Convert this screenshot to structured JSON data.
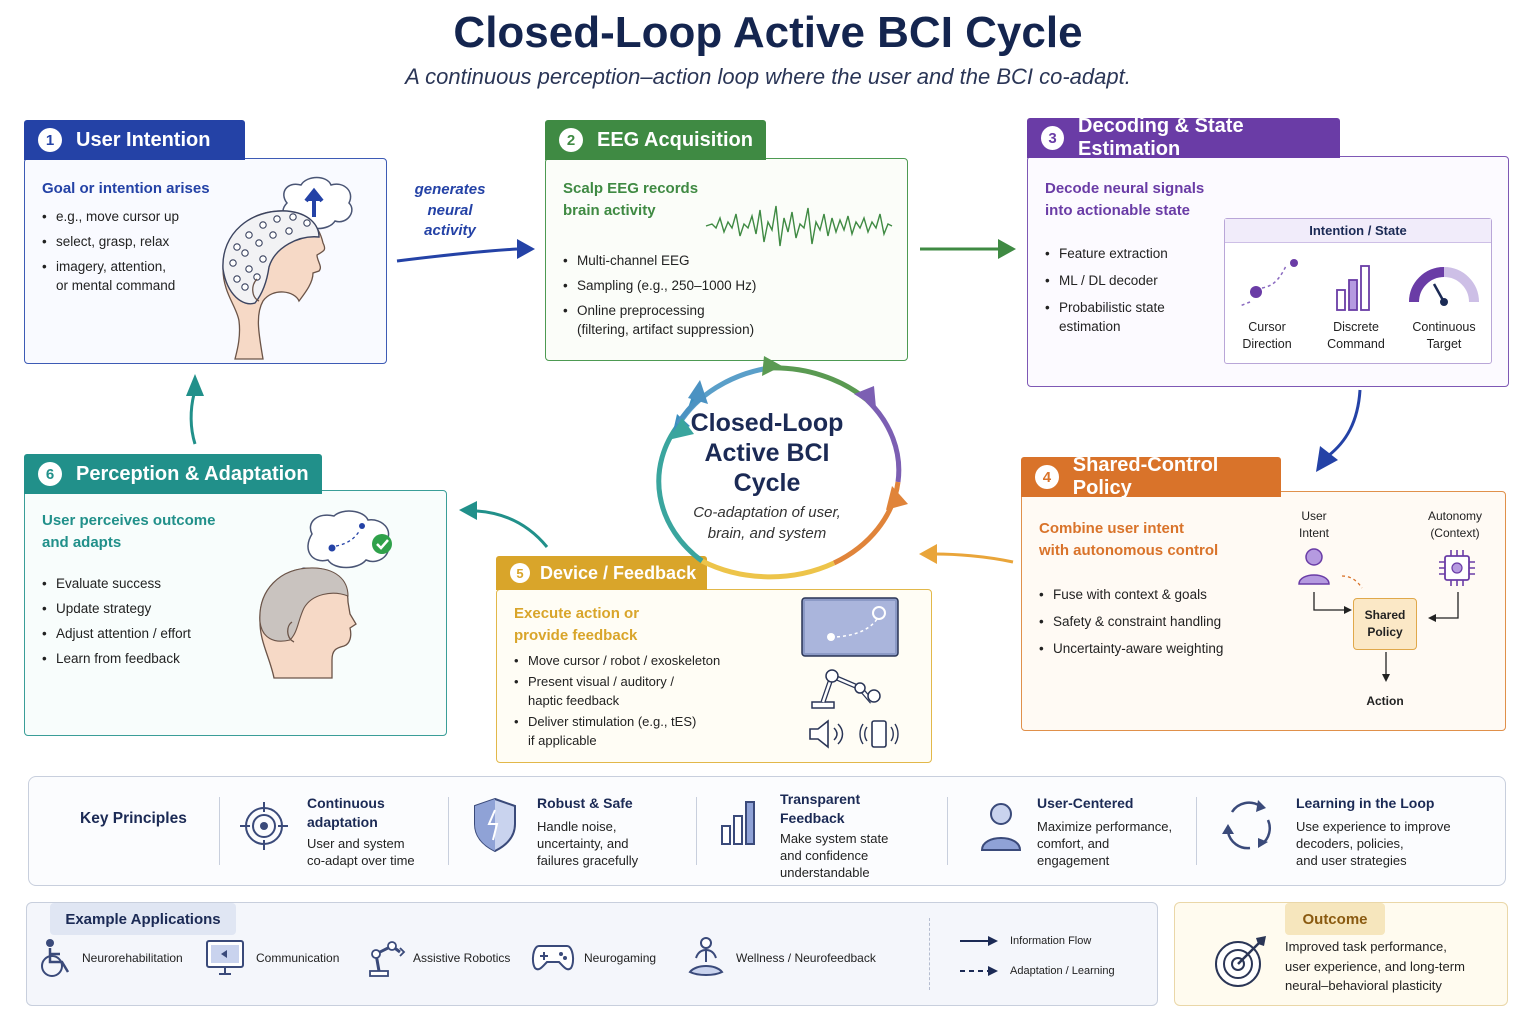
{
  "title": "Closed-Loop Active BCI Cycle",
  "subtitle": "A continuous perception–action loop where the user and the BCI co-adapt.",
  "center": {
    "title_lines": [
      "Closed-Loop",
      "Active BCI",
      "Cycle"
    ],
    "subtitle_lines": [
      "Co-adaptation of user,",
      "brain, and system"
    ]
  },
  "stages": {
    "s1": {
      "num": "1",
      "title": "User Intention",
      "heading": "Goal or intention arises",
      "bullets": [
        "e.g., move cursor up",
        "select, grasp, relax",
        "imagery, attention,\nor mental command"
      ]
    },
    "s2": {
      "num": "2",
      "title": "EEG Acquisition",
      "heading_lines": [
        "Scalp EEG records",
        "brain activity"
      ],
      "bullets": [
        "Multi-channel EEG",
        "Sampling (e.g., 250–1000 Hz)",
        "Online preprocessing\n(filtering, artifact suppression)"
      ]
    },
    "s3": {
      "num": "3",
      "title": "Decoding & State Estimation",
      "heading_lines": [
        "Decode neural signals",
        "into actionable state"
      ],
      "bullets": [
        "Feature extraction",
        "ML / DL decoder",
        "Probabilistic state\nestimation"
      ],
      "panel_title": "Intention / State",
      "panel_items": [
        {
          "label_lines": [
            "Cursor",
            "Direction"
          ],
          "icon": "cursor-direction-icon"
        },
        {
          "label_lines": [
            "Discrete",
            "Command"
          ],
          "icon": "bar-chart-icon"
        },
        {
          "label_lines": [
            "Continuous",
            "Target"
          ],
          "icon": "gauge-icon"
        }
      ]
    },
    "s4": {
      "num": "4",
      "title": "Shared-Control Policy",
      "heading_lines": [
        "Combine user intent",
        "with autonomous control"
      ],
      "bullets": [
        "Fuse with context & goals",
        "Safety & constraint handling",
        "Uncertainty-aware weighting"
      ],
      "diagram": {
        "user_lines": [
          "User",
          "Intent"
        ],
        "autonomy_lines": [
          "Autonomy",
          "(Context)"
        ],
        "policy_lines": [
          "Shared",
          "Policy"
        ],
        "action": "Action"
      }
    },
    "s5": {
      "num": "5",
      "title": "Device / Feedback",
      "heading_lines": [
        "Execute action or",
        "provide feedback"
      ],
      "bullets": [
        "Move cursor / robot / exoskeleton",
        "Present visual / auditory /\nhaptic feedback",
        "Deliver stimulation (e.g., tES)\nif applicable"
      ]
    },
    "s6": {
      "num": "6",
      "title": "Perception & Adaptation",
      "heading_lines": [
        "User perceives outcome",
        "and adapts"
      ],
      "bullets": [
        "Evaluate success",
        "Update strategy",
        "Adjust attention / effort",
        "Learn from feedback"
      ]
    }
  },
  "arrow_label_lines": [
    "generates",
    "neural",
    "activity"
  ],
  "principles": {
    "title": "Key Principles",
    "items": [
      {
        "icon": "target-icon",
        "head_lines": [
          "Continuous",
          "adaptation"
        ],
        "text_lines": [
          "User and system",
          "co-adapt over time"
        ]
      },
      {
        "icon": "shield-icon",
        "head_lines": [
          "Robust & Safe"
        ],
        "text_lines": [
          "Handle noise,",
          "uncertainty, and",
          "failures gracefully"
        ]
      },
      {
        "icon": "bar-chart-icon",
        "head_lines": [
          "Transparent",
          "Feedback"
        ],
        "text_lines": [
          "Make system state",
          "and confidence",
          "understandable"
        ]
      },
      {
        "icon": "user-icon",
        "head_lines": [
          "User-Centered"
        ],
        "text_lines": [
          "Maximize performance,",
          "comfort, and",
          "engagement"
        ]
      },
      {
        "icon": "cycle-icon",
        "head_lines": [
          "Learning in the Loop"
        ],
        "text_lines": [
          "Use experience to improve",
          "decoders, policies,",
          "and user strategies"
        ]
      }
    ]
  },
  "applications": {
    "title": "Example Applications",
    "items": [
      {
        "icon": "wheelchair-icon",
        "label": "Neurorehabilitation"
      },
      {
        "icon": "monitor-icon",
        "label": "Communication"
      },
      {
        "icon": "robot-arm-icon",
        "label": "Assistive Robotics"
      },
      {
        "icon": "gamepad-icon",
        "label": "Neurogaming"
      },
      {
        "icon": "meditation-icon",
        "label": "Wellness / Neurofeedback"
      }
    ],
    "legend": [
      {
        "style": "solid",
        "label": "Information Flow"
      },
      {
        "style": "dashed",
        "label": "Adaptation / Learning"
      }
    ]
  },
  "outcome": {
    "title": "Outcome",
    "text_lines": [
      "Improved task performance,",
      "user experience, and long-term",
      "neural–behavioral plasticity"
    ]
  },
  "colors": {
    "navy": "#14254f",
    "blue": "#2442a6",
    "green": "#3f8a43",
    "purple": "#6a3ca6",
    "orange": "#d9732a",
    "gold": "#d9a52a",
    "teal": "#21908a"
  }
}
